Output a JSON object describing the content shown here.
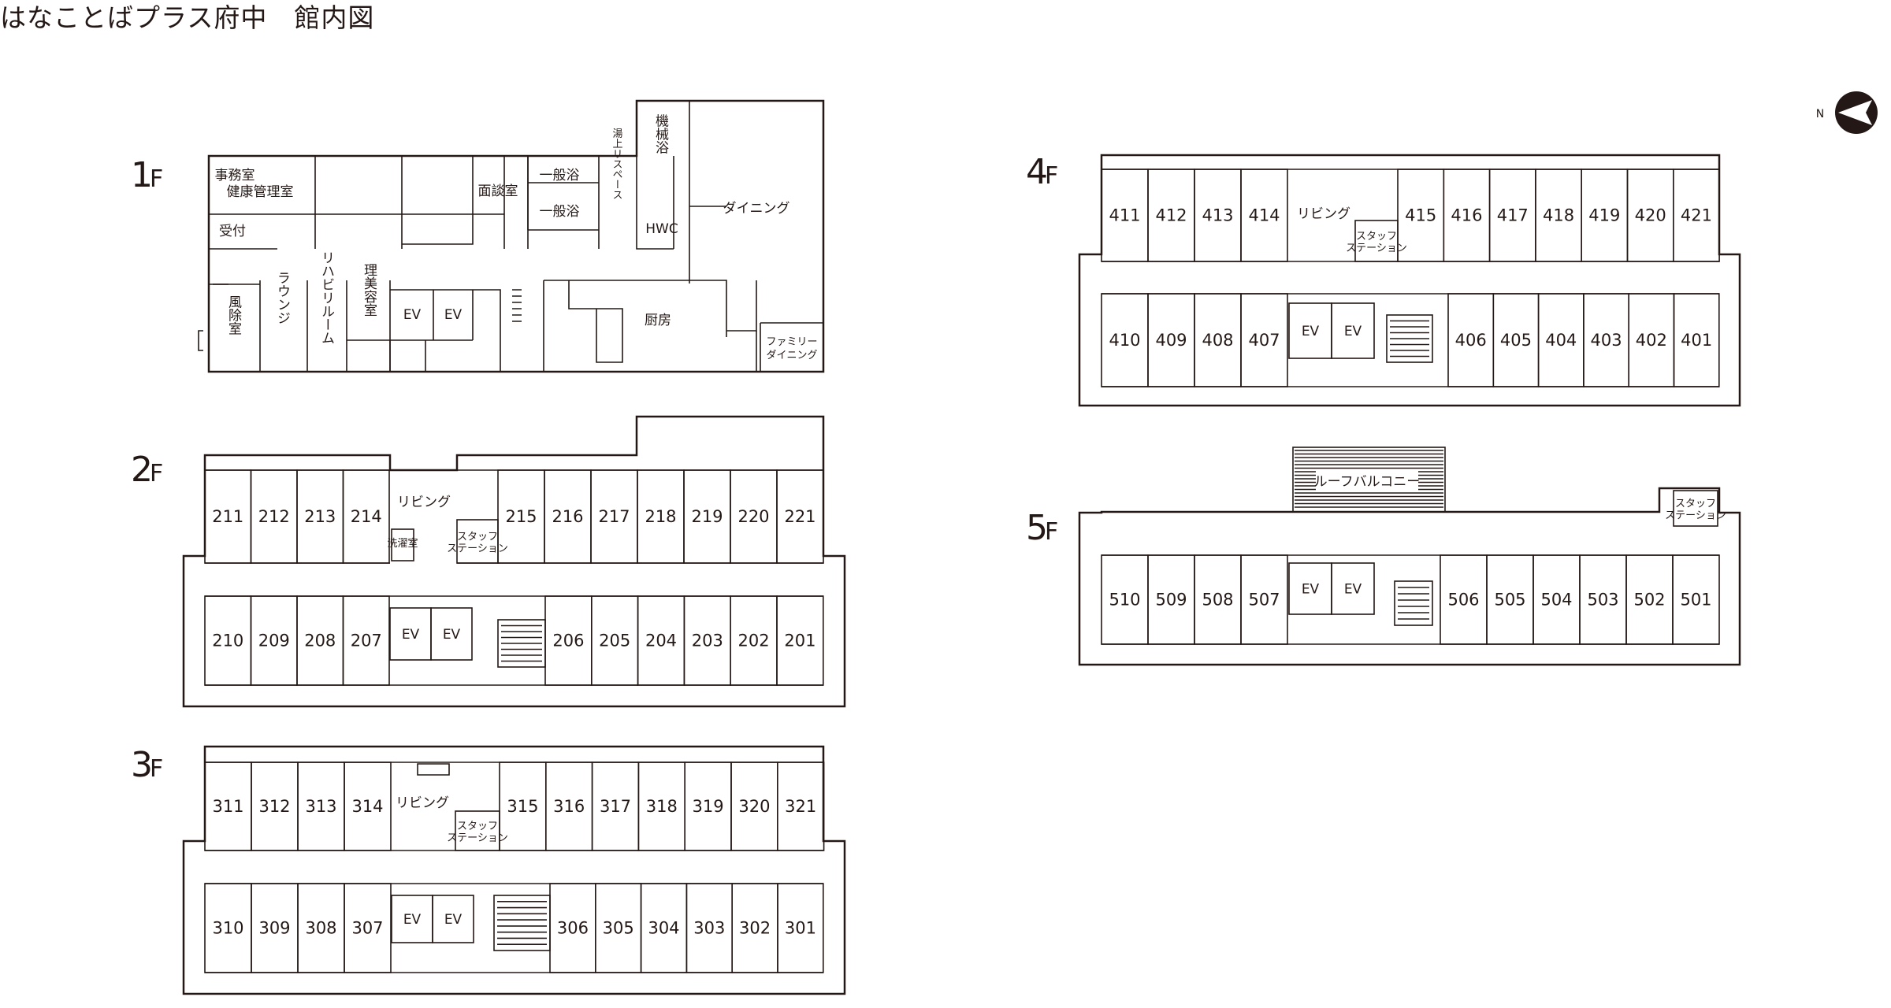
{
  "title": "はなことばプラス府中　館内図",
  "compass_label": "N",
  "floors": {
    "f1": {
      "num": "1",
      "f": "F",
      "labels": {
        "office": [
          "事務室",
          "健康管理室"
        ],
        "reception": "受付",
        "windbreak": "風除室",
        "lounge": "ラウンジ",
        "rehab": "リハビリルーム",
        "salon": "理美容室",
        "ev": "EV",
        "interview": "面談室",
        "bath": "一般浴",
        "machine_bath": "機械浴",
        "yuagari": "湯上リスペース",
        "hwc": "HWC",
        "dining": "ダイニング",
        "kitchen": "厨房",
        "family_dining": [
          "ファミリー",
          "ダイニング"
        ]
      }
    },
    "f2": {
      "num": "2",
      "f": "F",
      "top_rooms_left": [
        "211",
        "212",
        "213",
        "214"
      ],
      "top_rooms_right": [
        "215",
        "216",
        "217",
        "218",
        "219",
        "220",
        "221"
      ],
      "bottom_rooms_left": [
        "210",
        "209",
        "208",
        "207"
      ],
      "bottom_rooms_right": [
        "206",
        "205",
        "204",
        "203",
        "202",
        "201"
      ],
      "living": "リビング",
      "laundry": "洗濯室",
      "staff": [
        "スタッフ",
        "ステーション"
      ],
      "ev": "EV"
    },
    "f3": {
      "num": "3",
      "f": "F",
      "top_rooms_left": [
        "311",
        "312",
        "313",
        "314"
      ],
      "top_rooms_right": [
        "315",
        "316",
        "317",
        "318",
        "319",
        "320",
        "321"
      ],
      "bottom_rooms_left": [
        "310",
        "309",
        "308",
        "307"
      ],
      "bottom_rooms_right": [
        "306",
        "305",
        "304",
        "303",
        "302",
        "301"
      ],
      "living": "リビング",
      "staff": [
        "スタッフ",
        "ステーション"
      ],
      "ev": "EV"
    },
    "f4": {
      "num": "4",
      "f": "F",
      "top_rooms_left": [
        "411",
        "412",
        "413",
        "414"
      ],
      "top_rooms_right": [
        "415",
        "416",
        "417",
        "418",
        "419",
        "420",
        "421"
      ],
      "bottom_rooms_left": [
        "410",
        "409",
        "408",
        "407"
      ],
      "bottom_rooms_right": [
        "406",
        "405",
        "404",
        "403",
        "402",
        "401"
      ],
      "living": "リビング",
      "staff": [
        "スタッフ",
        "ステーション"
      ],
      "ev": "EV"
    },
    "f5": {
      "num": "5",
      "f": "F",
      "rooms_left": [
        "510",
        "509",
        "508",
        "507"
      ],
      "rooms_right": [
        "506",
        "505",
        "504",
        "503",
        "502",
        "501"
      ],
      "roof": "ルーフバルコニー",
      "staff": [
        "スタッフ",
        "ステーション"
      ],
      "ev": "EV"
    }
  },
  "colors": {
    "line": "#231815",
    "background": "#ffffff"
  }
}
